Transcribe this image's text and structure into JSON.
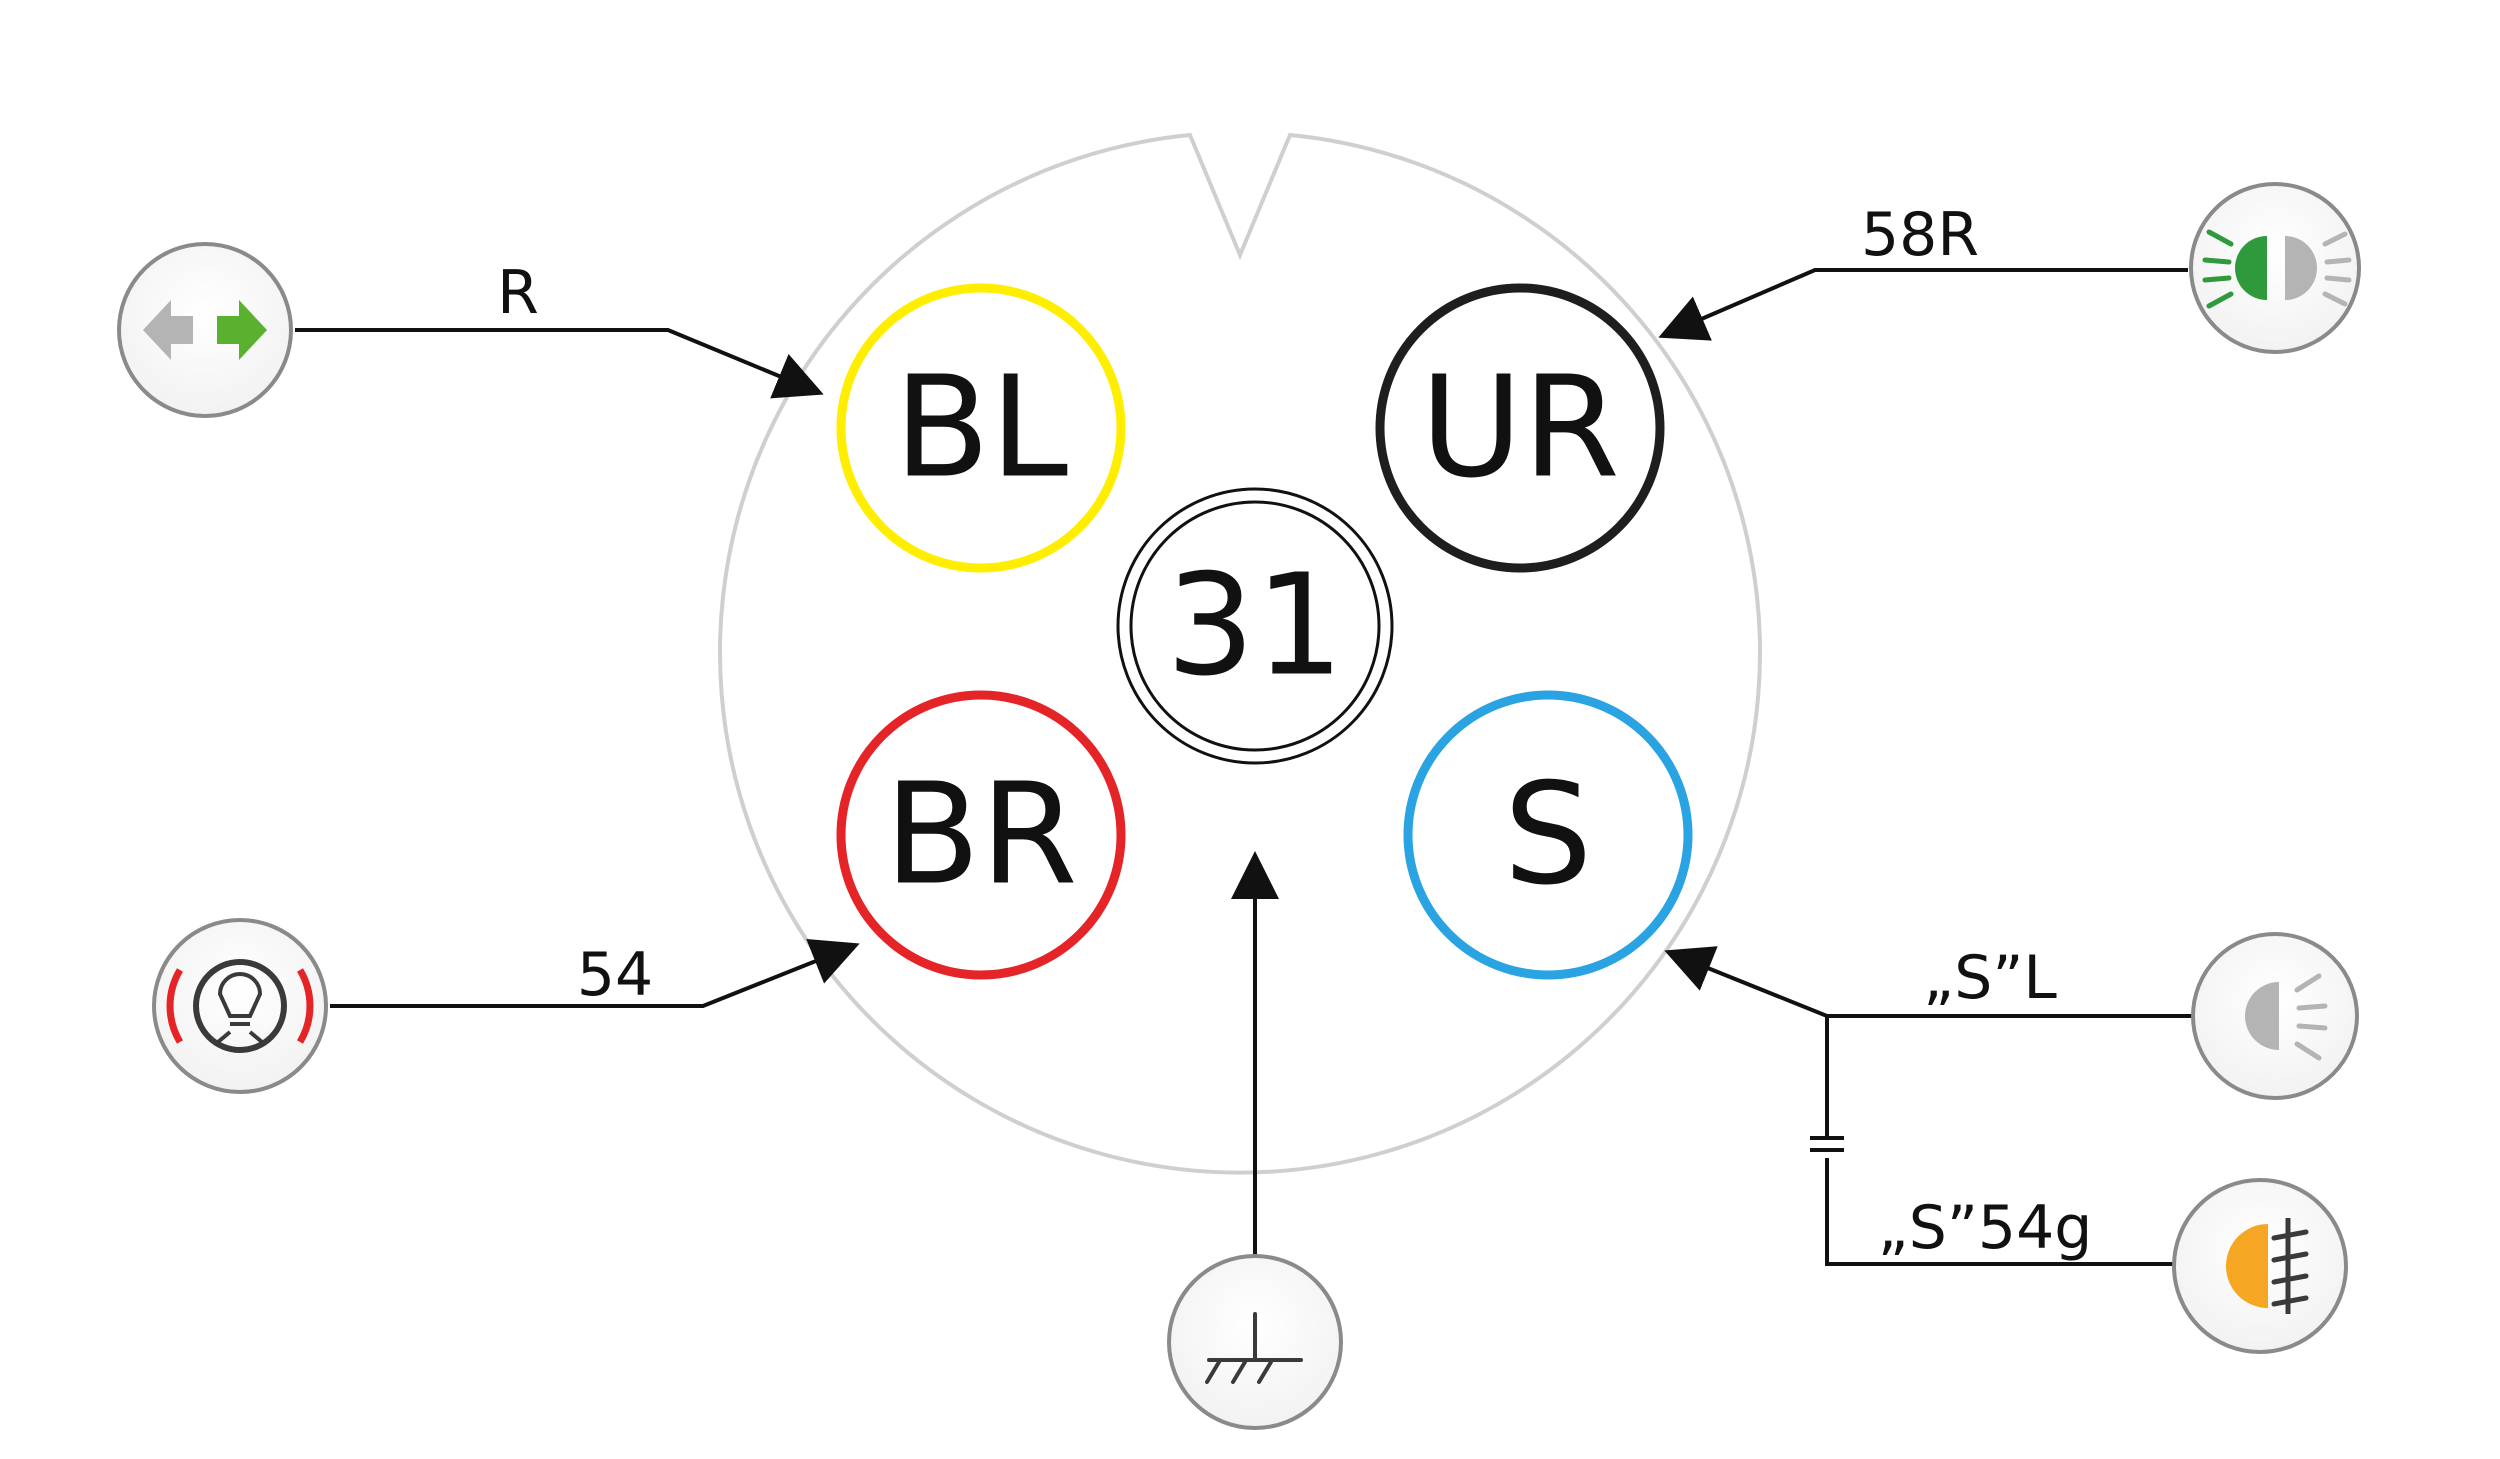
{
  "pins": {
    "bl": {
      "label": "BL",
      "color": "#ffee00"
    },
    "ur": {
      "label": "UR",
      "color": "#1e1e1e"
    },
    "center": {
      "label": "31",
      "color": "#111111"
    },
    "br": {
      "label": "BR",
      "color": "#e52427"
    },
    "s": {
      "label": "S",
      "color": "#29a3e2"
    }
  },
  "wires": {
    "r": "R",
    "r58": "58R",
    "w54": "54",
    "sl": "„S”L",
    "s54g": "„S”54g"
  },
  "icons": {
    "turn_signal": "turn-signal-icon",
    "side_marker": "side-marker-light-icon",
    "brake_light": "brake-light-icon",
    "ground": "ground-icon",
    "tail_light": "tail-light-icon",
    "fog_light": "rear-fog-light-icon"
  },
  "colors": {
    "connector_outline": "#cfcfcf",
    "wire": "#111111",
    "icon_border": "#8a8a8a",
    "green": "#5ab12f",
    "dark_green": "#2e9a3c",
    "grey": "#b4b4b4",
    "red": "#e52427",
    "orange": "#f5a623"
  }
}
